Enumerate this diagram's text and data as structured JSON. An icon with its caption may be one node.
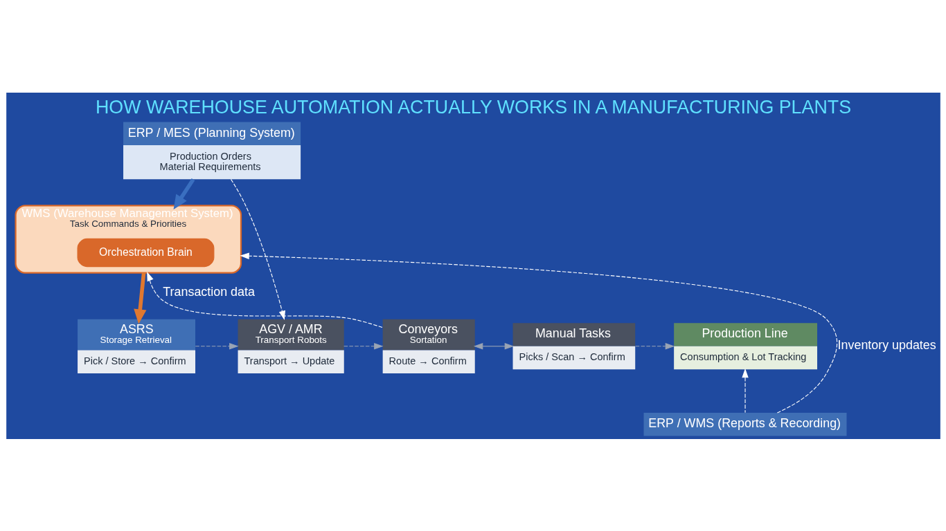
{
  "diagram": {
    "title": "HOW WAREHOUSE AUTOMATION ACTUALLY WORKS IN A MANUFACTURING PLANTS",
    "nodes": [
      {
        "text": [
          "ERP / MES (Planning System)",
          "Production Orders",
          "Material Requirements"
        ]
      },
      {
        "text": [
          "WMS (Warehouse Management System)",
          "Task Commands & Priorities"
        ]
      },
      {
        "text": [
          "Orchestration Brain"
        ],
        "in": 1
      },
      {
        "text": [
          "ASRS",
          "Storage Retrieval",
          "Pick / Store → Confirm"
        ]
      },
      {
        "text": [
          "AGV / AMR",
          "Transport Robots",
          "Transport → Update"
        ]
      },
      {
        "text": [
          "Conveyors",
          "Sortation",
          "Route → Confirm"
        ]
      },
      {
        "text": [
          "Manual Tasks",
          "Picks / Scan → Confirm"
        ]
      },
      {
        "text": [
          "Production Line",
          "Consumption & Lot Tracking"
        ]
      },
      {
        "text": [
          "ERP / WMS (Reports & Recording)"
        ]
      }
    ],
    "edges": [
      {
        "from": 0,
        "to": 1,
        "arrow": "to",
        "style": "thick",
        "color": "#3a6fc0"
      },
      {
        "from": 0,
        "to": 4,
        "arrow": "to",
        "style": "dashed"
      },
      {
        "from": 1,
        "to": 3,
        "arrow": "to",
        "style": "thick",
        "color": "#e07830"
      },
      {
        "from": 3,
        "to": 4,
        "arrow": "to",
        "style": "dashed",
        "color": "#9aa4b4"
      },
      {
        "from": 4,
        "to": 5,
        "arrow": "to",
        "style": "dashed",
        "color": "#9aa4b4"
      },
      {
        "from": 5,
        "to": 6,
        "arrow": "both",
        "color": "#9aa4b4"
      },
      {
        "from": 6,
        "to": 7,
        "arrow": "to",
        "style": "dashed",
        "color": "#9aa4b4"
      },
      {
        "from": 5,
        "to": 1,
        "arrow": "to",
        "style": "dashed",
        "label": "Transaction data"
      },
      {
        "from": 8,
        "to": 1,
        "arrow": "to",
        "style": "dashed",
        "label": "Inventory updates"
      },
      {
        "from": 8,
        "to": 7,
        "arrow": "to",
        "style": "dashed"
      }
    ]
  }
}
